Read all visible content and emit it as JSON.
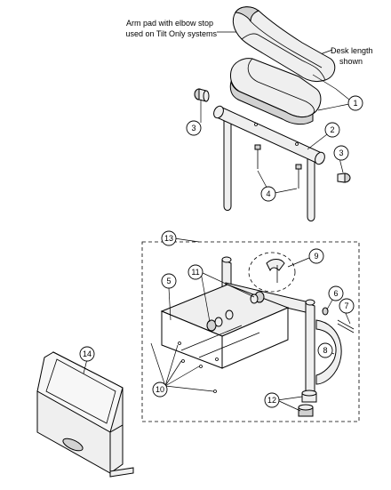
{
  "annotations": {
    "arm_pad_line1": "Arm pad with elbow stop",
    "arm_pad_line2": "used on Tilt Only systems",
    "desk_line1": "Desk length",
    "desk_line2": "shown"
  },
  "callouts": {
    "c1": "1",
    "c2": "2",
    "c3a": "3",
    "c3b": "3",
    "c4": "4",
    "c5": "5",
    "c6": "6",
    "c7": "7",
    "c8": "8",
    "c9": "9",
    "c10": "10",
    "c11": "11",
    "c12": "12",
    "c13": "13",
    "c14": "14"
  }
}
